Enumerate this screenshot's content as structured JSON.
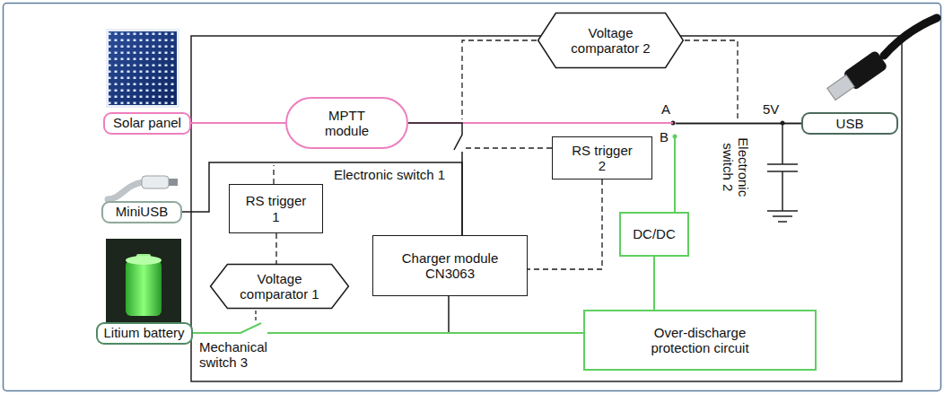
{
  "diagram": {
    "nodes": [
      {
        "text": [
          "Solar panel"
        ]
      },
      {
        "text": [
          "MPTT module"
        ]
      },
      {
        "text": [
          "Voltage comparator 2"
        ]
      },
      {
        "text": [
          "USB"
        ]
      },
      {
        "text": [
          "RS trigger 2"
        ]
      },
      {
        "text": [
          "MiniUSB"
        ]
      },
      {
        "text": [
          "RS trigger 1"
        ]
      },
      {
        "text": [
          "Charger module CN3063"
        ]
      },
      {
        "text": [
          "DC/DC"
        ]
      },
      {
        "text": [
          "Voltage comparator 1"
        ]
      },
      {
        "text": [
          "Litium battery"
        ]
      },
      {
        "text": [
          "Over-discharge protection circuit"
        ]
      }
    ],
    "edges": [
      {
        "from": 0,
        "to": 1,
        "arrow": "none"
      },
      {
        "from": 1,
        "to": 3,
        "arrow": "none"
      },
      {
        "from": 1,
        "to": 7,
        "arrow": "none"
      },
      {
        "from": 5,
        "to": 7,
        "arrow": "none"
      },
      {
        "from": 4,
        "to": 7,
        "arrow": "none"
      },
      {
        "from": 6,
        "to": 9,
        "arrow": "none"
      },
      {
        "from": 7,
        "to": 10,
        "arrow": "none"
      },
      {
        "from": 10,
        "to": 11,
        "arrow": "none"
      },
      {
        "from": 11,
        "to": 8,
        "arrow": "none"
      },
      {
        "from": 8,
        "to": 3,
        "arrow": "none"
      }
    ],
    "labels": [
      "A",
      "B",
      "5V",
      "Electronic switch 2",
      "Electronic switch 1",
      "Mechanical switch 3"
    ]
  }
}
